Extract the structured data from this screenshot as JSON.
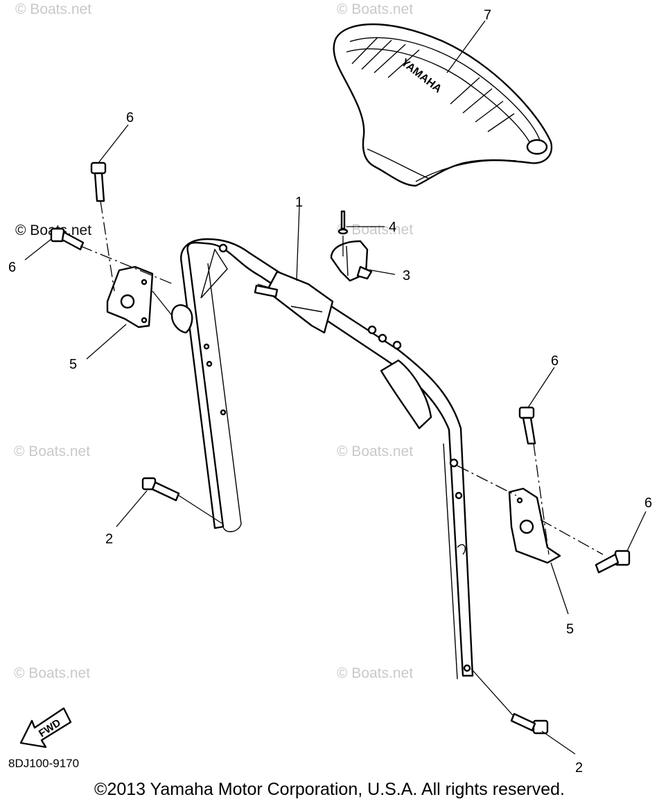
{
  "watermarks": [
    "© Boats.net",
    "© Boats.net",
    "© Boats.net",
    "© Boats.net",
    "© Boats.net",
    "© Boats.net",
    "© Boats.net",
    "© Boats.net"
  ],
  "seat_brand": "YAMAHA",
  "callouts": {
    "c1": "1",
    "c2a": "2",
    "c2b": "2",
    "c3": "3",
    "c4": "4",
    "c5a": "5",
    "c5b": "5",
    "c6a": "6",
    "c6b": "6",
    "c6c": "6",
    "c6d": "6",
    "c7": "7"
  },
  "fwd_label": "FWD",
  "diagram_code": "8DJ100-9170",
  "copyright": "©2013 Yamaha Motor Corporation, U.S.A. All rights reserved."
}
